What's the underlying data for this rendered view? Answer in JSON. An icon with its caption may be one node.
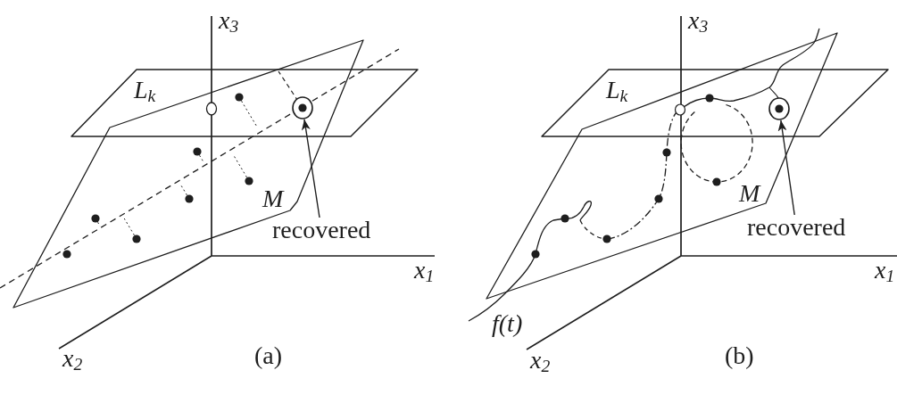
{
  "diagram": {
    "nodes": [
      {
        "text": [],
        "shape": "circle"
      },
      {
        "text": [
          "recovered"
        ]
      },
      {
        "text": [],
        "shape": "circle"
      },
      {
        "text": [
          "recovered"
        ]
      }
    ],
    "edges": [
      {
        "from": 1,
        "to": 0,
        "arrow": "to"
      },
      {
        "from": 3,
        "to": 2,
        "arrow": "to"
      }
    ],
    "labels": [
      "x$_{3}$",
      "L$_{k}$",
      "M",
      "x$_{1}$",
      "x$_{2}$",
      "(a)",
      "x$_{3}$",
      "L$_{k}$",
      "M",
      "x$_{1}$",
      "f(t)",
      "x$_{2}$",
      "(b)"
    ]
  }
}
